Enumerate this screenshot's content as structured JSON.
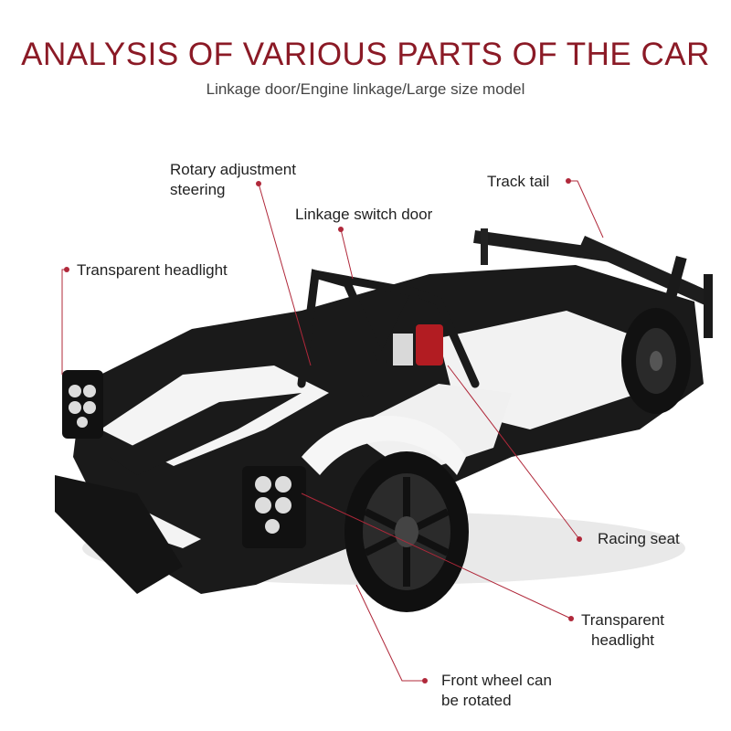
{
  "header": {
    "title": "ANALYSIS OF VARIOUS PARTS OF THE CAR",
    "subtitle": "Linkage door/Engine linkage/Large size model"
  },
  "callouts": {
    "rotary_steering": [
      "Rotary adjustment",
      "steering"
    ],
    "track_tail": "Track tail",
    "linkage_door": "Linkage switch door",
    "headlight_left": "Transparent headlight",
    "racing_seat": "Racing seat",
    "headlight_right": [
      "Transparent",
      "headlight"
    ],
    "front_wheel": [
      "Front wheel can",
      "be rotated"
    ]
  },
  "colors": {
    "title": "#8b1a26",
    "accent": "#b0283a",
    "car_body_white": "#f2f2f2",
    "car_body_black": "#1a1a1a"
  }
}
